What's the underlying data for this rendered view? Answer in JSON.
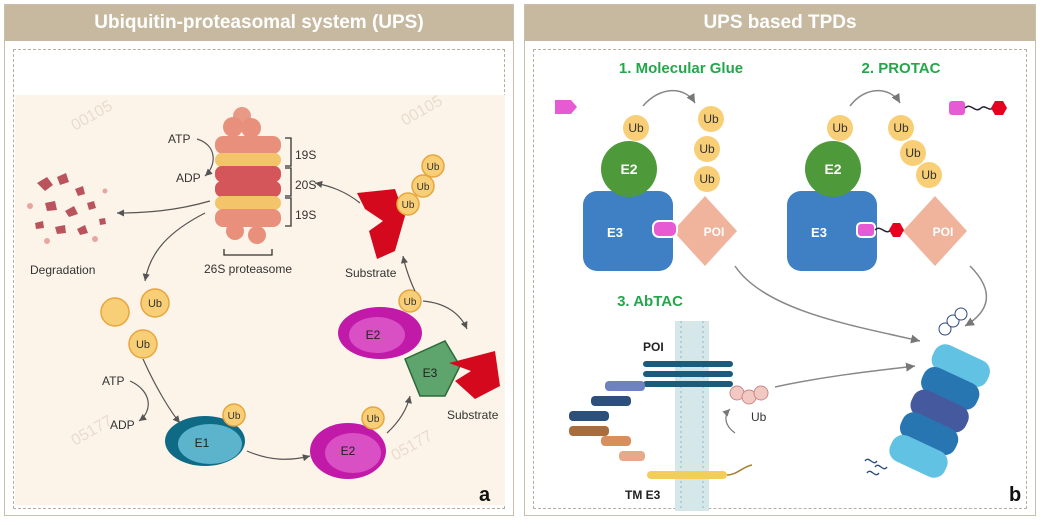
{
  "panel_a": {
    "title": "Ubiquitin-proteasomal system (UPS)",
    "letter": "a",
    "labels": {
      "atp_top": "ATP",
      "adp_top": "ADP",
      "s19_top": "19S",
      "s20": "20S",
      "s19_bottom": "19S",
      "proteasome": "26S proteasome",
      "degradation": "Degradation",
      "substrate_top": "Substrate",
      "substrate_bottom": "Substrate",
      "atp_bottom": "ATP",
      "adp_bottom": "ADP",
      "e1": "E1",
      "e2_bottom": "E2",
      "e2_top": "E2",
      "e3": "E3",
      "ub": "Ub"
    },
    "watermarks": [
      "00105",
      "00105",
      "05177",
      "05177"
    ]
  },
  "panel_b": {
    "title": "UPS based TPDs",
    "letter": "b",
    "glue_title": "1. Molecular Glue",
    "protac_title": "2. PROTAC",
    "abtac_title": "3. AbTAC",
    "labels": {
      "ub": "Ub",
      "e2": "E2",
      "e3": "E3",
      "poi": "POI",
      "abtac_poi": "POI",
      "tm_e3": "TM E3"
    }
  },
  "colors": {
    "header": "#c7b8a0",
    "ub": "#f8cf76",
    "e2_green": "#4e9a3a",
    "e3_blue": "#3f7fc3",
    "poi": "#f0b39b",
    "glue_magenta": "#e65bd3",
    "protac_red": "#e6001f",
    "title_green": "#23a74a",
    "e2_magenta": "#c21aa8",
    "substrate_red": "#d4091e"
  }
}
